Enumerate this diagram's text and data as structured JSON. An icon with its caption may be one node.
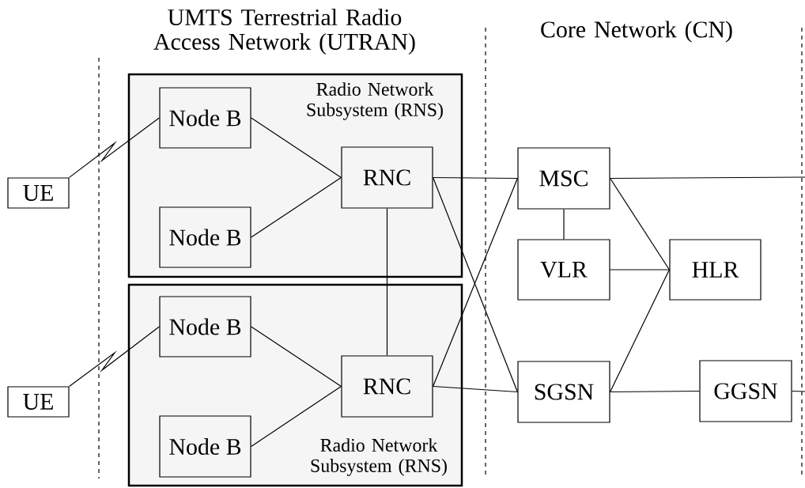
{
  "diagram": {
    "nodes": [
      {
        "text": [
          "UE"
        ]
      },
      {
        "text": [
          "UE"
        ]
      },
      {
        "text": [
          "Radio Network Subsystem (RNS)"
        ]
      },
      {
        "text": [
          "Node B"
        ],
        "in": 2
      },
      {
        "text": [
          "Node B"
        ],
        "in": 2
      },
      {
        "text": [
          "RNC"
        ],
        "in": 2
      },
      {
        "text": [
          "Radio Network Subsystem (RNS)"
        ]
      },
      {
        "text": [
          "Node B"
        ],
        "in": 6
      },
      {
        "text": [
          "Node B"
        ],
        "in": 6
      },
      {
        "text": [
          "RNC"
        ],
        "in": 6
      },
      {
        "text": [
          "MSC"
        ]
      },
      {
        "text": [
          "VLR"
        ]
      },
      {
        "text": [
          "HLR"
        ]
      },
      {
        "text": [
          "SGSN"
        ]
      },
      {
        "text": [
          "GGSN"
        ]
      }
    ],
    "edges": [
      {
        "from": 0,
        "to": 3,
        "arrow": "none"
      },
      {
        "from": 1,
        "to": 7,
        "arrow": "none"
      },
      {
        "from": 3,
        "to": 5,
        "arrow": "none"
      },
      {
        "from": 4,
        "to": 5,
        "arrow": "none"
      },
      {
        "from": 7,
        "to": 9,
        "arrow": "none"
      },
      {
        "from": 8,
        "to": 9,
        "arrow": "none"
      },
      {
        "from": 5,
        "to": 9,
        "arrow": "none"
      },
      {
        "from": 5,
        "to": 10,
        "arrow": "none"
      },
      {
        "from": 5,
        "to": 13,
        "arrow": "none"
      },
      {
        "from": 9,
        "to": 10,
        "arrow": "none"
      },
      {
        "from": 9,
        "to": 13,
        "arrow": "none"
      },
      {
        "from": 10,
        "to": 11,
        "arrow": "none"
      },
      {
        "from": 10,
        "to": 12,
        "arrow": "none"
      },
      {
        "from": 11,
        "to": 12,
        "arrow": "none"
      },
      {
        "from": 13,
        "to": 12,
        "arrow": "none"
      },
      {
        "from": 13,
        "to": 14,
        "arrow": "none"
      },
      {
        "from": 10,
        "to": null,
        "arrow": "none"
      },
      {
        "from": 14,
        "to": null,
        "arrow": "none"
      }
    ],
    "labels": [
      "UMTS Terrestrial Radio Access Network (UTRAN)",
      "Core Network (CN)"
    ]
  }
}
